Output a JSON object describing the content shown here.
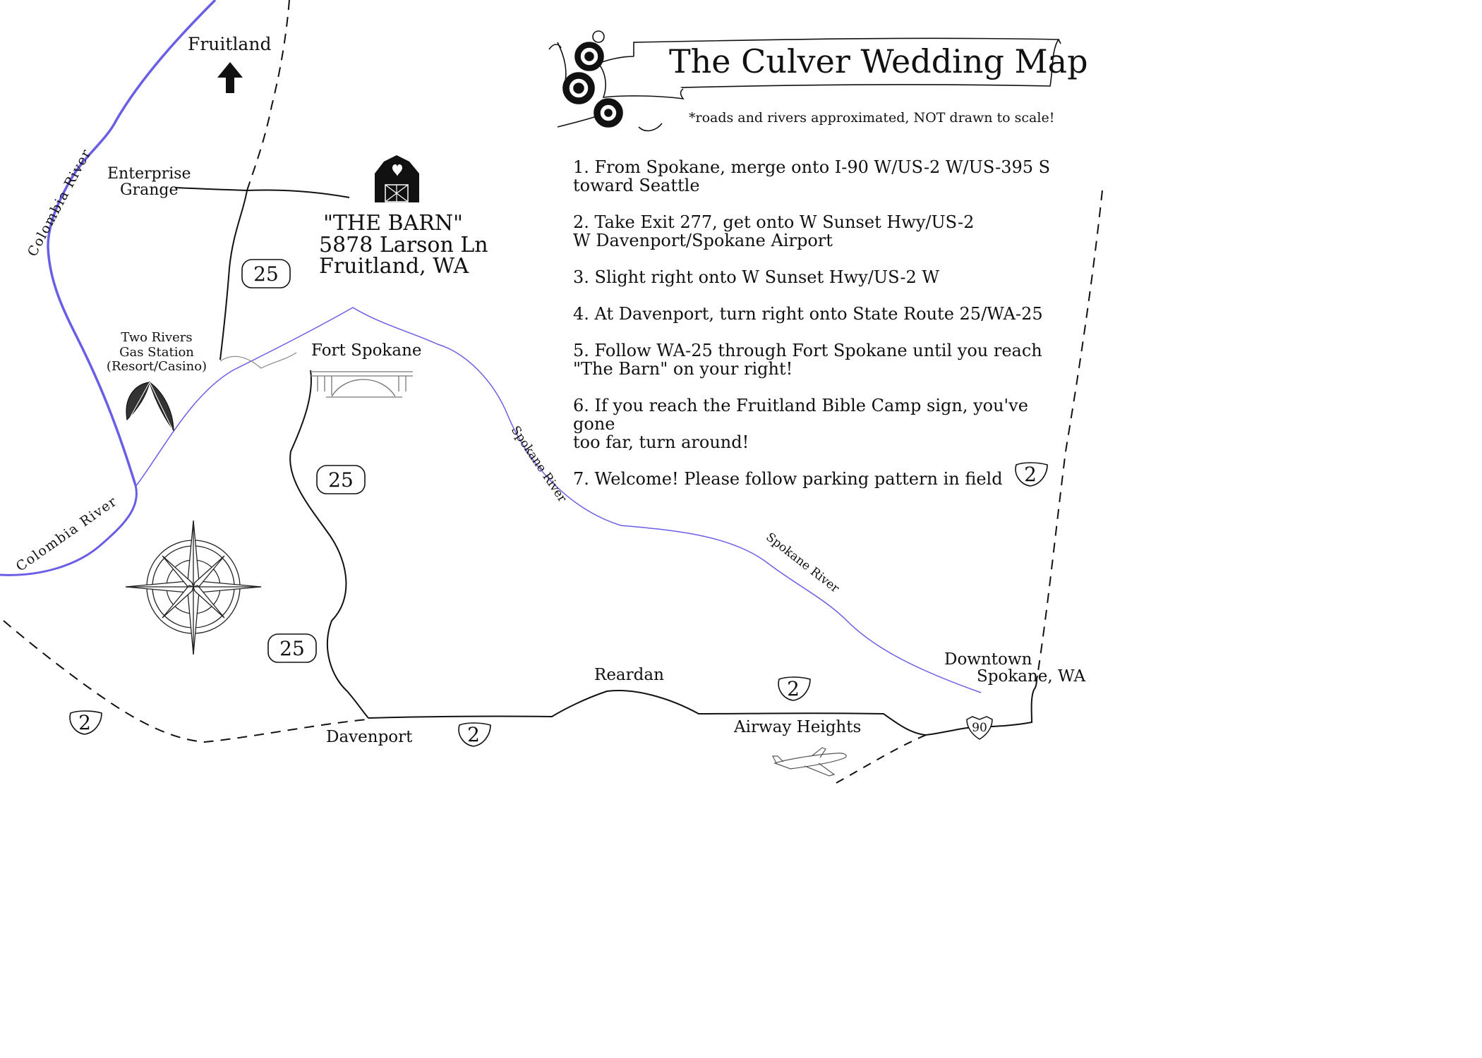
{
  "map": {
    "title": "The Culver Wedding Map",
    "disclaimer": "*roads and rivers approximated, NOT drawn to scale!",
    "directions": [
      "1. From Spokane, merge onto I-90 W/US-2 W/US-395 S\ntoward Seattle",
      "2. Take Exit 277, get onto W Sunset Hwy/US-2\nW Davenport/Spokane Airport",
      "3. Slight right onto W Sunset Hwy/US-2 W",
      "4. At Davenport, turn right onto State Route 25/WA-25",
      "5. Follow WA-25 through Fort Spokane until you reach\n\"The Barn\" on your right!",
      "6. If you reach the Fruitland Bible Camp sign, you've gone\ntoo far, turn around!",
      "7. Welcome! Please follow parking pattern in field"
    ],
    "venue": {
      "name": "\"THE BARN\"",
      "street": "5878 Larson Ln",
      "city": "Fruitland, WA"
    },
    "places": {
      "fruitland": "Fruitland",
      "enterprise_grange": [
        "Enterprise",
        "Grange"
      ],
      "two_rivers": [
        "Two Rivers",
        "Gas Station",
        "(Resort/Casino)"
      ],
      "fort_spokane": "Fort Spokane",
      "reardan": "Reardan",
      "davenport": "Davenport",
      "airway_heights": "Airway Heights",
      "downtown_spokane": [
        "Downtown",
        "Spokane, WA"
      ]
    },
    "rivers": {
      "colombia": "Colombia River",
      "spokane": "Spokane River"
    },
    "route_shields": {
      "wa25": "25",
      "us2": "2",
      "i90": "90"
    },
    "colors": {
      "river": "#6a5ee6",
      "road": "#111111",
      "ink": "#111111"
    },
    "icons": [
      "barn-heart-icon",
      "north-arrow-icon",
      "feathers-icon",
      "bridge-icon",
      "compass-rose-icon",
      "airplane-icon",
      "roses-banner-icon"
    ]
  }
}
